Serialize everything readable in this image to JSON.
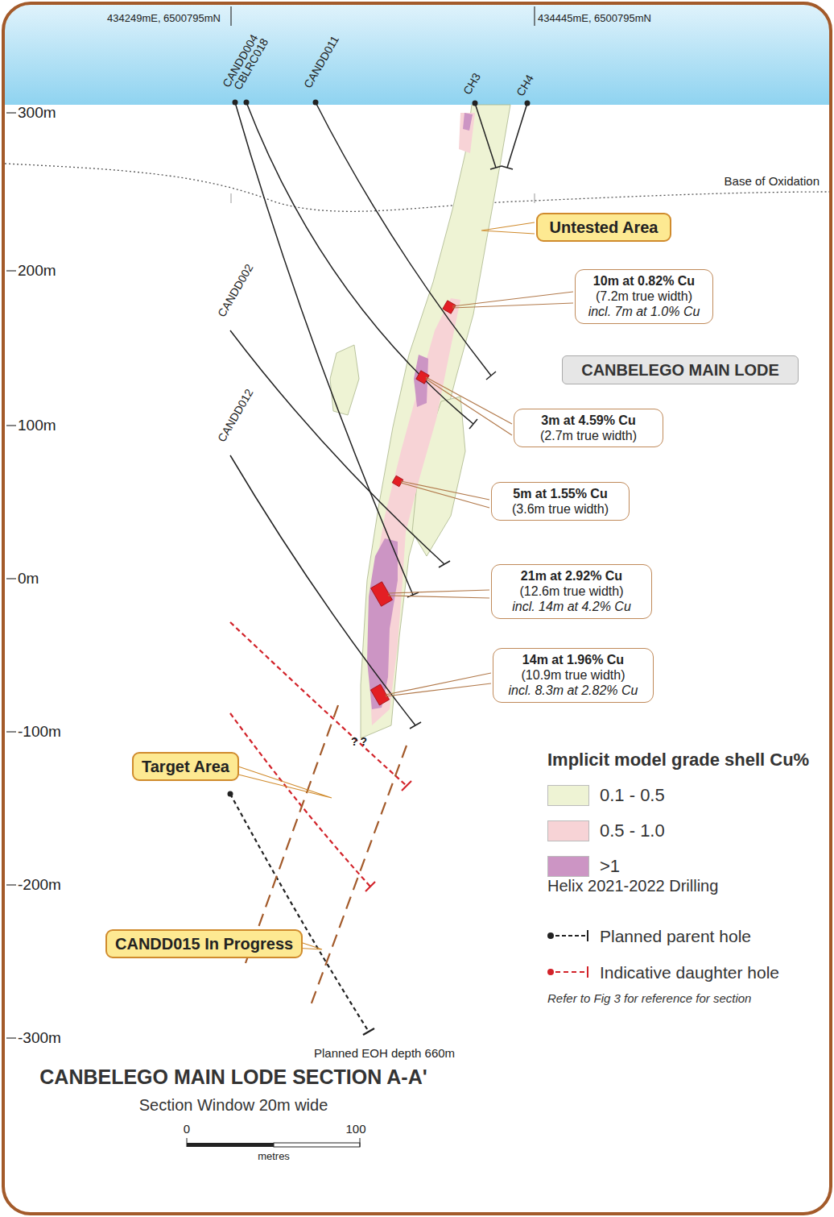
{
  "diagram": {
    "title": "CANBELEGO MAIN LODE SECTION A-A'",
    "caption": "Section Window 20m wide",
    "nodes": [
      {
        "text": [
          "Untested Area"
        ]
      },
      {
        "text": [
          "10m at 0.82% Cu",
          "(7.2m true width)",
          "incl. 7m at 1.0% Cu"
        ]
      },
      {
        "text": [
          "CANBELEGO MAIN LODE"
        ]
      },
      {
        "text": [
          "3m at 4.59% Cu",
          "(2.7m true width)"
        ]
      },
      {
        "text": [
          "5m at 1.55% Cu",
          "(3.6m true width)"
        ]
      },
      {
        "text": [
          "21m at 2.92% Cu",
          "(12.6m true width)",
          "incl. 14m at 4.2% Cu"
        ]
      },
      {
        "text": [
          "14m at 1.96% Cu",
          "(10.9m true width)",
          "incl. 8.3m at 2.82% Cu"
        ]
      },
      {
        "text": [
          "Target Area"
        ]
      },
      {
        "text": [
          "CANDD015 In Progress"
        ]
      }
    ],
    "labels": [
      "434249mE, 6500795mN",
      "434445mE, 6500795mN",
      "CANDD004",
      "CBLRC018",
      "CANDD011",
      "CH3",
      "CH4",
      "300m",
      "200m",
      "100m",
      "0m",
      "-100m",
      "-200m",
      "-300m",
      "Base of Oxidation",
      "CANDD002",
      "CANDD012",
      "??",
      "Planned EOH depth 660m",
      "Implicit model grade shell Cu%",
      "Helix 2021-2022 Drilling",
      "Refer to Fig 3 for reference for section",
      "0",
      "100",
      "metres"
    ],
    "legend": [
      {
        "text": "0.1 - 0.5",
        "color": "#eef3d4"
      },
      {
        "text": "0.5 - 1.0",
        "color": "#f7d3d6"
      },
      {
        "text": ">1",
        "color": "#cc95c4"
      },
      {
        "text": "Planned parent hole"
      },
      {
        "text": "Indicative daughter hole"
      }
    ]
  }
}
